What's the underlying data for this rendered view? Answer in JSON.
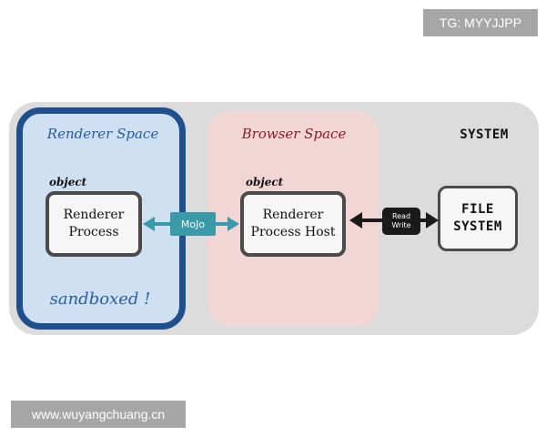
{
  "watermark_top": "TG: MYYJJPP",
  "watermark_bottom": "www.wuyangchuang.cn",
  "system": {
    "label": "SYSTEM"
  },
  "renderer_space": {
    "title": "Renderer Space",
    "object_label": "object",
    "node_lines": [
      "Renderer",
      "Process"
    ],
    "footer": "sandboxed !"
  },
  "browser_space": {
    "title": "Browser Space",
    "object_label": "object",
    "node_lines": [
      "Renderer",
      "Process Host"
    ]
  },
  "connectors": {
    "ipc_label": "MoJo",
    "io_label_lines": [
      "Read",
      "Write"
    ]
  },
  "file_system": {
    "lines": [
      "FILE",
      "SYSTEM"
    ]
  },
  "colors": {
    "renderer_border": "#1f4f8c",
    "renderer_fill": "#cfe0f2",
    "browser_fill": "#f2d5d5",
    "system_fill": "#dcdcdc",
    "ipc_color": "#3a9aa8",
    "io_color": "#1a1a1a"
  }
}
